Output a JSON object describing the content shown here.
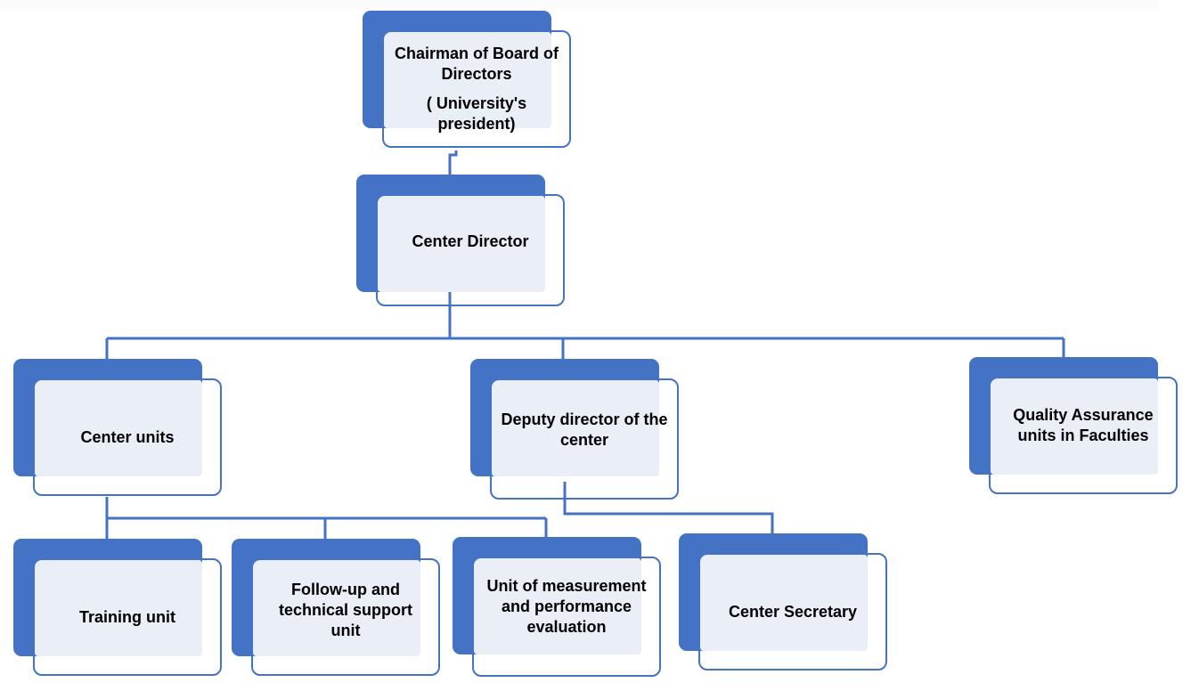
{
  "nodes": {
    "chairman": {
      "title": "Chairman of Board of Directors",
      "subtitle": "( University's president)"
    },
    "director": {
      "title": "Center Director"
    },
    "center_units": {
      "title": "Center units"
    },
    "deputy": {
      "title": "Deputy director of the center"
    },
    "quality": {
      "title": "Quality Assurance units in Faculties"
    },
    "training": {
      "title": "Training unit"
    },
    "followup": {
      "title": "Follow-up and technical support unit"
    },
    "measurement": {
      "title": "Unit of measurement and performance evaluation"
    },
    "secretary": {
      "title": "Center Secretary"
    }
  },
  "colors": {
    "accent": "#4472c4",
    "fill": "#eaeff7"
  }
}
